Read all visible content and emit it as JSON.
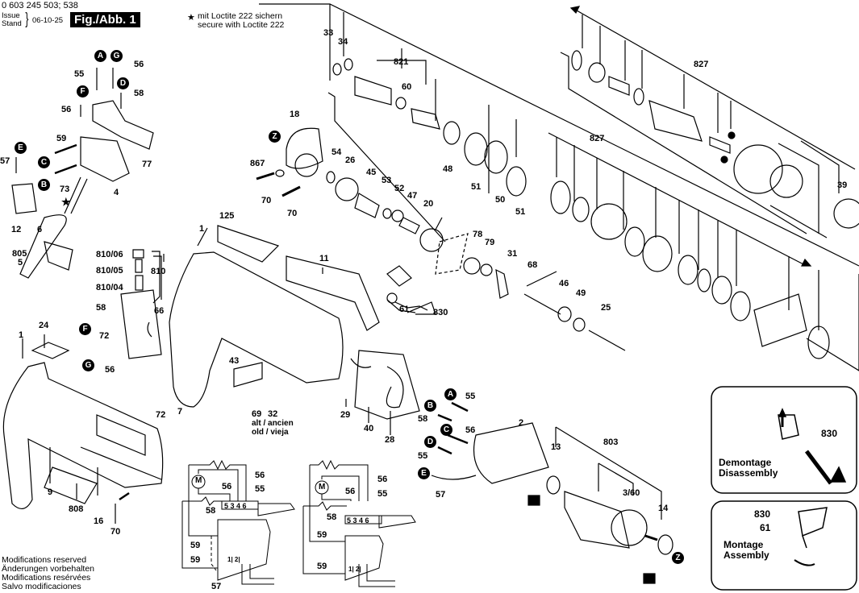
{
  "header": {
    "part_numbers": "0 603 245 503; 538",
    "issue_label_en": "Issue",
    "issue_label_de": "Stand",
    "issue_date": "06-10-25",
    "figure_label": "Fig./Abb. 1",
    "loctite_symbol": "★",
    "loctite_de": "mit Loctite 222 sichern",
    "loctite_en": "secure with Loctite 222"
  },
  "footer": {
    "lines": [
      "Modifications reserved",
      "Änderungen vorbehalten",
      "Modifications resérvées",
      "Salvo modificaciones"
    ]
  },
  "callouts": {
    "top_left": [
      "55",
      "56",
      "56",
      "58",
      "59",
      "57",
      "73",
      "77",
      "4",
      "12",
      "6",
      "805",
      "5"
    ],
    "brushes": [
      "810/06",
      "810/05",
      "810/04",
      "810",
      "58",
      "66",
      "72",
      "56"
    ],
    "housing_front": [
      "1",
      "24",
      "9",
      "808",
      "16",
      "70"
    ],
    "housing_rear": [
      "125",
      "1",
      "11",
      "43",
      "69",
      "32",
      "72",
      "7",
      "29",
      "40",
      "28",
      "61",
      "830"
    ],
    "gear_train": [
      "33",
      "34",
      "821",
      "60",
      "18",
      "867",
      "70",
      "70",
      "54",
      "26",
      "45",
      "53",
      "52",
      "47",
      "20",
      "48",
      "51",
      "50",
      "51"
    ],
    "selector": [
      "78",
      "79",
      "31",
      "68",
      "46",
      "49",
      "25"
    ],
    "chuck": [
      "827",
      "827",
      "39"
    ],
    "motor": [
      "55",
      "58",
      "56",
      "55",
      "57",
      "2",
      "13",
      "803",
      "3/60",
      "14"
    ],
    "old_note": "alt / ancien",
    "old_note2": "old / vieja"
  },
  "bullets": [
    "A",
    "G",
    "F",
    "D",
    "E",
    "C",
    "B",
    "Z",
    "F",
    "G",
    "A",
    "B",
    "C",
    "D",
    "E",
    "Z"
  ],
  "wiring_left": {
    "labels": [
      "56",
      "55",
      "56",
      "58",
      "59",
      "59",
      "57"
    ],
    "terminals": "5 3 4 6",
    "switch_terms": "1| 2|",
    "motor_symbol": "M"
  },
  "wiring_right": {
    "labels": [
      "56",
      "55",
      "56",
      "58",
      "59",
      "59"
    ],
    "terminals": "5 3 4 6",
    "switch_terms": "1| 2|",
    "motor_symbol": "M"
  },
  "panels": {
    "disassembly": {
      "part": "830",
      "line1": "Demontage",
      "line2": "Disassembly"
    },
    "assembly": {
      "part1": "830",
      "part2": "61",
      "line1": "Montage",
      "line2": "Assembly"
    }
  }
}
